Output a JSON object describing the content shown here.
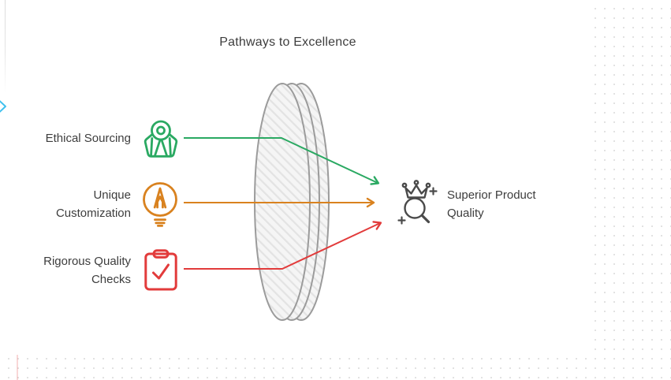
{
  "title": "Pathways to Excellence",
  "inputs": [
    {
      "id": "ethical-sourcing",
      "lines": [
        "Ethical Sourcing"
      ],
      "color": "#2aa962",
      "icon": "gem-icon"
    },
    {
      "id": "unique-customization",
      "lines": [
        "Unique",
        "Customization"
      ],
      "color": "#d9821f",
      "icon": "lightbulb-pencil-icon"
    },
    {
      "id": "rigorous-quality-checks",
      "lines": [
        "Rigorous Quality",
        "Checks"
      ],
      "color": "#e23b3b",
      "icon": "clipboard-check-icon"
    }
  ],
  "output": {
    "id": "superior-product-quality",
    "lines": [
      "Superior Product",
      "Quality"
    ],
    "color": "#4a4a4a",
    "icon": "crown-magnifier-icon"
  },
  "canvas": {
    "text_color": "#3d3d3d",
    "lens_outline": "#9b9b9b",
    "lens_fill": "#f5f5f5",
    "dot_color": "#e2e2e2",
    "panel_chevron_color": "#3fc0ee",
    "margin_guide_color": "#e86e6e"
  }
}
